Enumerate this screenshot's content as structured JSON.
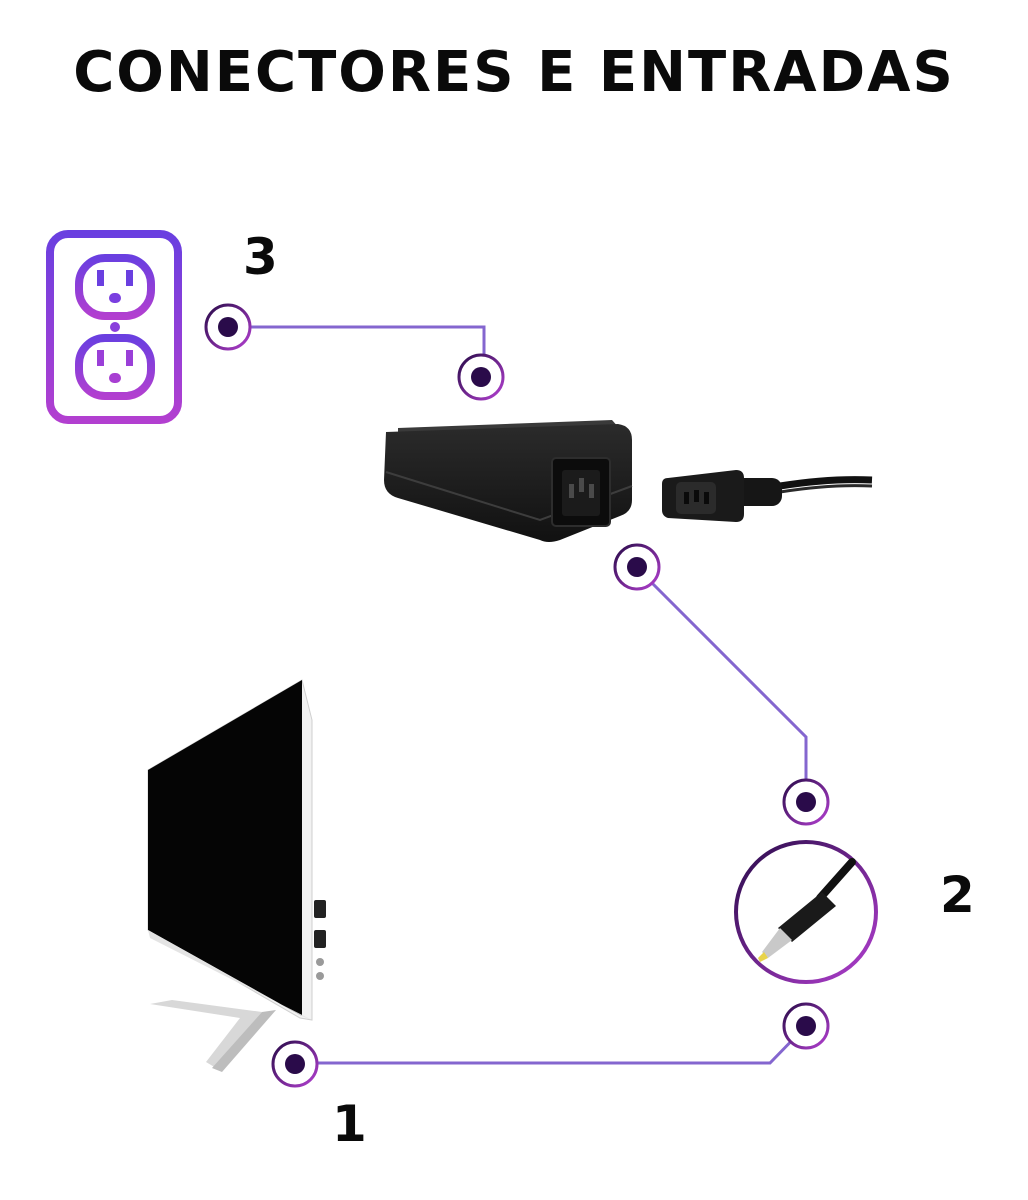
{
  "title": "CONECTORES E ENTRADAS",
  "steps": [
    {
      "number": "1"
    },
    {
      "number": "2"
    },
    {
      "number": "3"
    }
  ],
  "colors": {
    "accent_purple": "#7a3fe0",
    "accent_magenta": "#b23fd0",
    "line": "#8466cf",
    "dot_fill": "#2a0b4a"
  },
  "icons": [
    "power-outlet-icon",
    "power-adapter",
    "power-cord-plug",
    "dc-jack-connector",
    "all-in-one-computer"
  ]
}
